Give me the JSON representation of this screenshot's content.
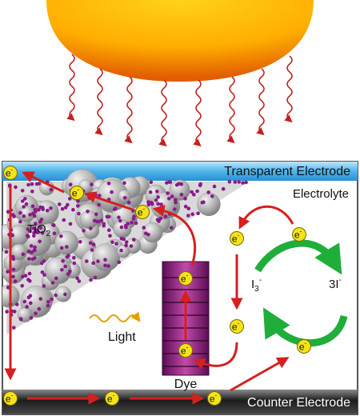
{
  "labels": {
    "top_electrode": "Transparent Electrode",
    "bottom_electrode": "Counter Electrode",
    "electrolyte": "Electrolyte",
    "semiconductor_main": "TiO",
    "semiconductor_sub": "2",
    "light": "Light",
    "dye": "Dye",
    "iodide_main": "3I",
    "iodide_sup": "-",
    "triiodide_main": "I",
    "triiodide_sub": "3",
    "triiodide_sup": "-",
    "electron_main": "e",
    "electron_sup": "-"
  },
  "colors": {
    "sun_core": "#ffb000",
    "sun_edge": "#e25d00",
    "photon": "#c42020",
    "top_electrode": "#3fa9e6",
    "bottom_electrode": "#222222",
    "particle": "#a8a8a8",
    "dopant": "#8a1a8a",
    "dye": "#7a1a6a",
    "arrow_red": "#d61f1f",
    "arrow_green": "#1fae3a",
    "electron": "#f4e31a"
  }
}
